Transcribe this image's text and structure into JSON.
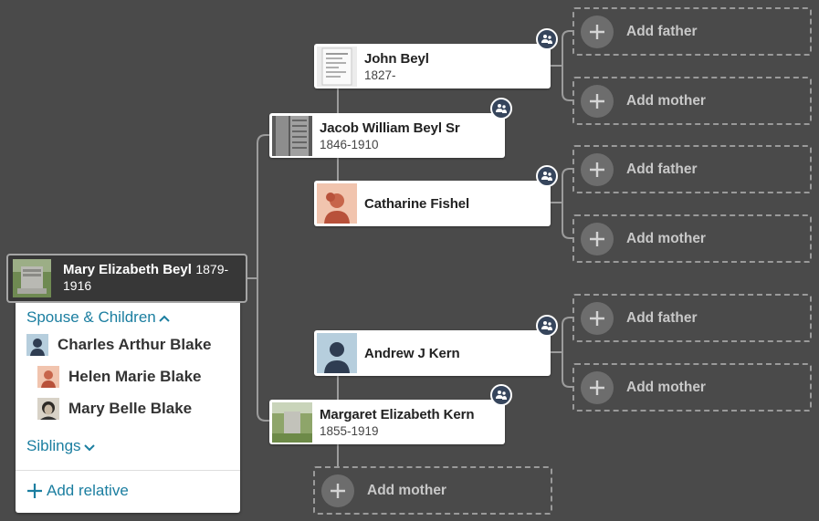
{
  "colors": {
    "background": "#4a4a4a",
    "link": "#1b7ea0",
    "hint_badge": "#36455c"
  },
  "root": {
    "name": "Mary Elizabeth Beyl",
    "dates": "1879-1916"
  },
  "panel": {
    "spouse_children_label": "Spouse & Children",
    "spouse": "Charles Arthur Blake",
    "children": [
      "Helen Marie Blake",
      "Mary Belle Blake"
    ],
    "siblings_label": "Siblings",
    "add_relative_label": "Add relative"
  },
  "people": {
    "john": {
      "name": "John Beyl",
      "dates": "1827-"
    },
    "jacob": {
      "name": "Jacob William Beyl Sr",
      "dates": "1846-1910"
    },
    "catharine": {
      "name": "Catharine Fishel",
      "dates": ""
    },
    "andrew": {
      "name": "Andrew J Kern",
      "dates": ""
    },
    "margaret": {
      "name": "Margaret Elizabeth Kern",
      "dates": "1855-1919"
    }
  },
  "add": {
    "father": "Add father",
    "mother": "Add mother"
  },
  "icons": {
    "hint": "people-hint-icon",
    "plus": "plus-icon",
    "chevron_up": "chevron-up-icon",
    "chevron_down": "chevron-down-icon"
  }
}
